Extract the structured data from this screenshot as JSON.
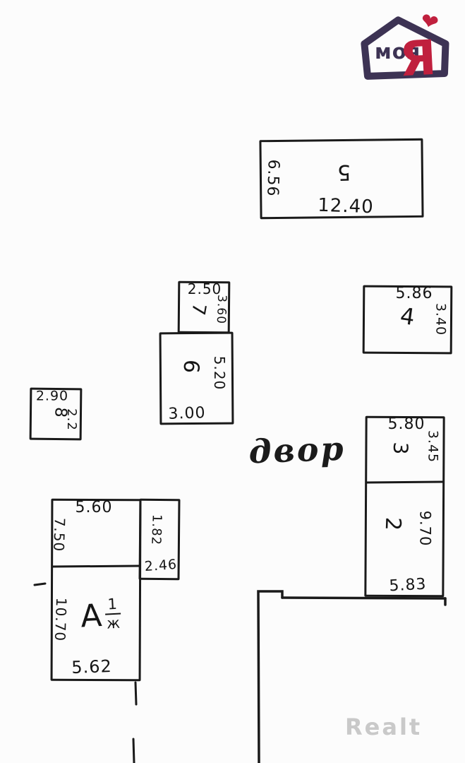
{
  "logo": {
    "word": "моя",
    "letter": "Я",
    "heart_icon": "❤"
  },
  "yard": {
    "label": "двор"
  },
  "watermark": {
    "label": "Realt"
  },
  "colors": {
    "ink": "#1a1a1a",
    "logo_purple": "#3d3354",
    "logo_red": "#c0203e",
    "watermark_gray": "#c9c9c9"
  },
  "buildings": {
    "b5": {
      "number": "5",
      "dim_left": "6.56",
      "dim_bottom": "12.40"
    },
    "b7": {
      "number": "7",
      "dim_top": "2.50",
      "dim_right": "3.60"
    },
    "b6": {
      "number": "6",
      "dim_right": "5.20",
      "dim_bottom": "3.00"
    },
    "b4": {
      "number": "4",
      "dim_top": "5.86",
      "dim_right": "3.40"
    },
    "b8": {
      "number": "8",
      "dim_top": "2.90",
      "dim_right": "2.2"
    },
    "b3": {
      "number": "3",
      "dim_top": "5.80",
      "dim_right": "3.45"
    },
    "b2": {
      "number": "2",
      "dim_right": "9.70",
      "dim_bottom": "5.83"
    },
    "ba": {
      "letter": "А",
      "frac_num": "1",
      "frac_den": "ж",
      "dim_top": "5.60",
      "dim_left_upper": "7.50",
      "dim_left_lower": "10.70",
      "dim_bottom": "5.62"
    },
    "annex": {
      "dim_side": "1.82",
      "dim_bottom": "2.46"
    }
  }
}
